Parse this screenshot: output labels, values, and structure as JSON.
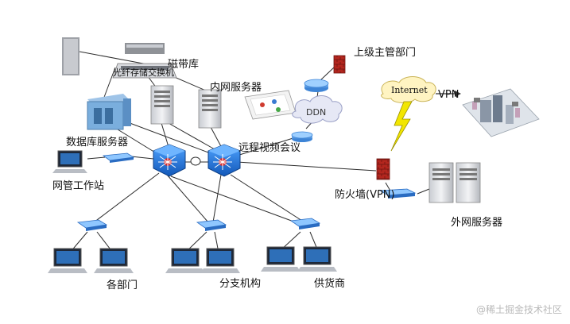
{
  "labels": {
    "tape_library": "磁带库",
    "storage_switch": "光纤存储交换机",
    "intranet_servers": "内网服务器",
    "database_servers": "数据库服务器",
    "video_conference": "远程视频会议",
    "ddn": "DDN",
    "superior_dept": "上级主管部门",
    "internet": "Internet",
    "vpn": "VPN",
    "firewall": "防火墙(VPN)",
    "external_servers": "外网服务器",
    "nms_workstation": "网管工作站",
    "departments": "各部门",
    "branches": "分支机构",
    "suppliers": "供货商"
  },
  "watermark": "@稀土掘金技术社区",
  "colors": {
    "line": "#2b2b2b",
    "switch_blue": "#1e6fd9",
    "switch_red": "#d42a2a",
    "firewall_red": "#b3261e",
    "internet_cloud": "#fff4c2",
    "ddn_cloud": "#e6e8f5",
    "lightning": "#f2e600"
  }
}
